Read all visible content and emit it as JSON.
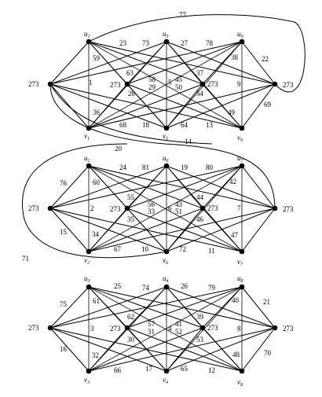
{
  "groups": [
    {
      "vertices": [
        {
          "name": "u",
          "sub": "1"
        },
        {
          "name": "u",
          "sub": "5"
        },
        {
          "name": "u",
          "sub": "9"
        },
        {
          "name": "v",
          "sub": "1"
        },
        {
          "name": "v",
          "sub": "5"
        },
        {
          "name": "v",
          "sub": "9"
        }
      ],
      "hub_labels": [
        "273",
        "273",
        "273",
        "273"
      ],
      "edge_labels": [
        "59",
        "23",
        "73",
        "27",
        "78",
        "22",
        "63",
        "58",
        "29",
        "45",
        "50",
        "37",
        "38",
        "1",
        "28",
        "5",
        "54",
        "9",
        "36",
        "68",
        "18",
        "64",
        "13",
        "49",
        "69"
      ]
    },
    {
      "vertices": [
        {
          "name": "u",
          "sub": "2"
        },
        {
          "name": "u",
          "sub": "6"
        },
        {
          "name": "u",
          "sub": "7"
        },
        {
          "name": "v",
          "sub": "2"
        },
        {
          "name": "v",
          "sub": "6"
        },
        {
          "name": "v",
          "sub": "7"
        }
      ],
      "hub_labels": [
        "273",
        "273",
        "273",
        "273"
      ],
      "edge_labels": [
        "76",
        "60",
        "24",
        "81",
        "19",
        "80",
        "42",
        "55",
        "56",
        "33",
        "35",
        "44",
        "43",
        "51",
        "46",
        "2",
        "6",
        "7",
        "15",
        "34",
        "67",
        "10",
        "72",
        "11",
        "47"
      ]
    },
    {
      "vertices": [
        {
          "name": "u",
          "sub": "3"
        },
        {
          "name": "u",
          "sub": "4"
        },
        {
          "name": "u",
          "sub": "8"
        },
        {
          "name": "v",
          "sub": "3"
        },
        {
          "name": "v",
          "sub": "4"
        },
        {
          "name": "v",
          "sub": "8"
        }
      ],
      "hub_labels": [
        "273",
        "273",
        "273",
        "273"
      ],
      "edge_labels": [
        "75",
        "61",
        "25",
        "74",
        "26",
        "79",
        "40",
        "21",
        "62",
        "57",
        "31",
        "30",
        "41",
        "52",
        "39",
        "53",
        "3",
        "4",
        "8",
        "16",
        "32",
        "66",
        "17",
        "65",
        "12",
        "48",
        "70"
      ]
    }
  ],
  "connector_labels": [
    "77",
    "20",
    "14",
    "71"
  ]
}
